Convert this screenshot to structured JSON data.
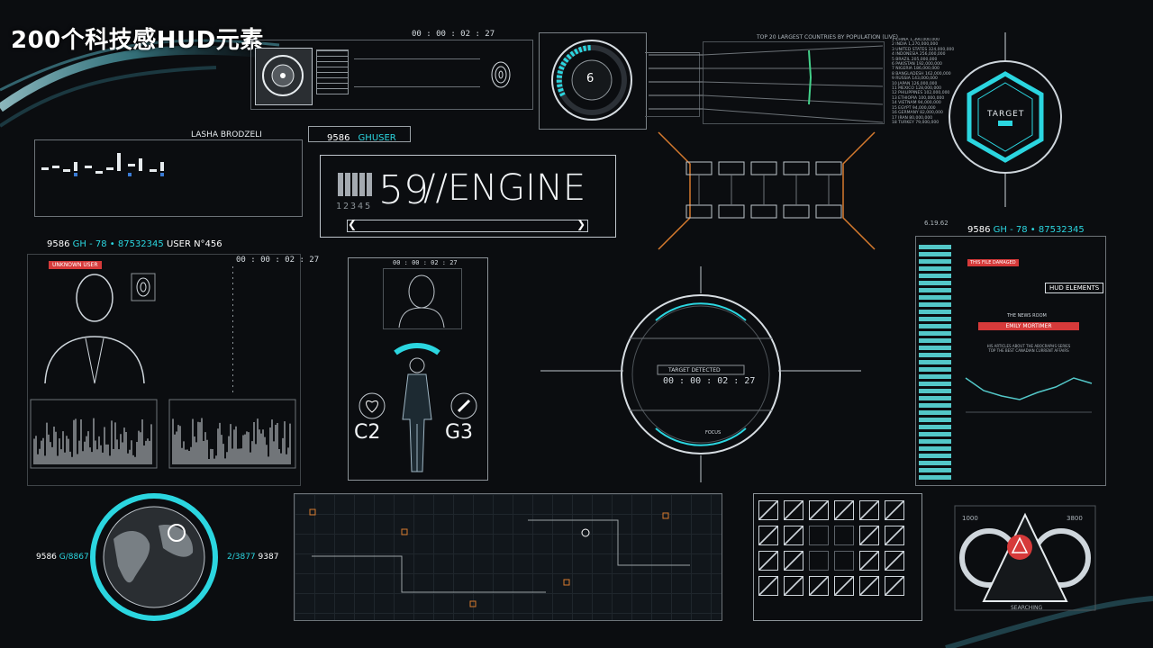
{
  "title": "200个科技感HUD元素",
  "timers": {
    "top": "00 : 00 : 02 : 27",
    "left": "00 : 00 : 02 : 27",
    "body": "00 : 00 : 02 : 27",
    "target": "00 : 00 : 02 : 27"
  },
  "profile": {
    "name": "LASHA BRODZELI",
    "user_code": "9586",
    "user_tag": "GHUSER"
  },
  "engine": {
    "number": "59",
    "label": "//ENGINE",
    "digits": "12345"
  },
  "gauge": {
    "value": "6"
  },
  "population": {
    "title": "TOP 20 LARGEST COUNTRIES BY POPULATION (LIVE)",
    "countries": [
      "1 CHINA 1,390,000,000",
      "2 INDIA 1,270,000,000",
      "3 UNITED STATES 324,000,000",
      "4 INDONESIA 256,000,000",
      "5 BRAZIL 205,000,000",
      "6 PAKISTAN 192,000,000",
      "7 NIGERIA 186,000,000",
      "8 BANGLADESH 162,000,000",
      "9 RUSSIA 143,000,000",
      "10 JAPAN 126,000,000",
      "11 MEXICO 128,000,000",
      "12 PHILIPPINES 102,000,000",
      "13 ETHIOPIA 100,000,000",
      "14 VIETNAM 94,000,000",
      "15 EGYPT 94,000,000",
      "16 GERMANY 82,000,000",
      "17 IRAN 80,000,000",
      "18 TURKEY 79,000,000"
    ]
  },
  "target_hex": {
    "label": "TARGET"
  },
  "user_panel": {
    "header_code": "9586",
    "header_cyan": "GH - 78 • 87532345",
    "header_tail": "USER N°456",
    "badge": "UNKNOWN USER"
  },
  "body_scan": {
    "left_code": "C2",
    "right_code": "G3"
  },
  "targeting": {
    "status": "TARGET DETECTED",
    "focus": "FOCUS"
  },
  "right_panel": {
    "version": "6.19.62",
    "header_code": "9586",
    "header_cyan": "GH - 78 • 87532345",
    "alert": "THIS FILE DAMAGED",
    "section_button": "HUD ELEMENTS",
    "news_head": "THE NEWS ROOM",
    "news_name": "EMILY MORTIMER",
    "news_body": "HIS ARTICLES ABOUT THE ABOCRAPHS SERIES TOP THE BEST CANADIAN CURRENT AFFAIRS"
  },
  "globe": {
    "left_code": "9586",
    "left_cyan": "G/8867",
    "right_cyan": "2/3877",
    "right_code": "9387"
  },
  "warning": {
    "left_value": "1000",
    "right_value": "3800",
    "footer": "SEARCHING"
  },
  "colors": {
    "cyan": "#2bd6e0",
    "alert_red": "#d63a3a",
    "orange": "#d67a2e",
    "line_gray": "#6d7378",
    "background": "#0b0d10"
  }
}
